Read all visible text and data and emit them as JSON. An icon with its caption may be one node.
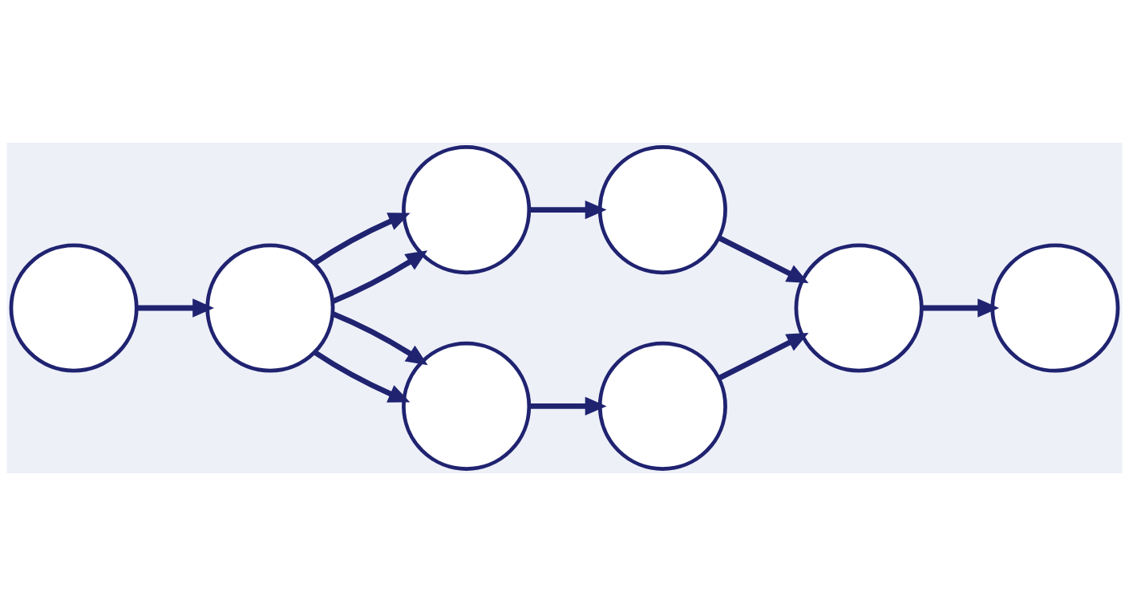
{
  "diagram": {
    "nodes": [
      {
        "text": [],
        "shape": "circle"
      },
      {
        "text": [],
        "shape": "circle"
      },
      {
        "text": [],
        "shape": "circle"
      },
      {
        "text": [],
        "shape": "circle"
      },
      {
        "text": [],
        "shape": "circle"
      },
      {
        "text": [],
        "shape": "circle"
      },
      {
        "text": [],
        "shape": "circle"
      },
      {
        "text": [],
        "shape": "circle"
      }
    ],
    "edges": [
      {
        "from": 0,
        "to": 1,
        "arrow": "to"
      },
      {
        "from": 1,
        "to": 2,
        "arrow": "to"
      },
      {
        "from": 1,
        "to": 2,
        "arrow": "to"
      },
      {
        "from": 1,
        "to": 4,
        "arrow": "to"
      },
      {
        "from": 1,
        "to": 4,
        "arrow": "to"
      },
      {
        "from": 2,
        "to": 3,
        "arrow": "to"
      },
      {
        "from": 3,
        "to": 6,
        "arrow": "to"
      },
      {
        "from": 4,
        "to": 5,
        "arrow": "to"
      },
      {
        "from": 5,
        "to": 6,
        "arrow": "to"
      },
      {
        "from": 6,
        "to": 7,
        "arrow": "to"
      }
    ]
  }
}
